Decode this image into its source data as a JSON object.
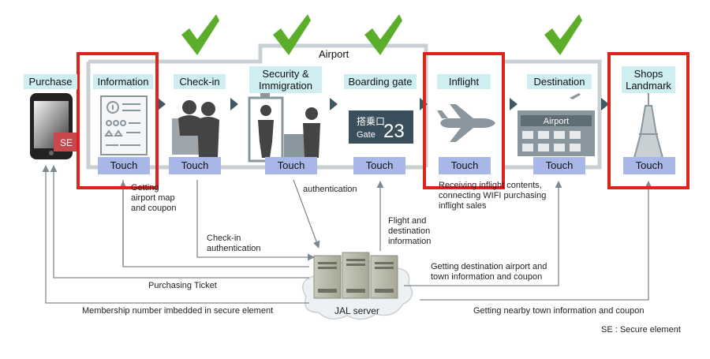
{
  "airport_label": "Airport",
  "stages": [
    {
      "id": "purchase",
      "title": "Purchase",
      "icon": "smartphone-icon",
      "badge": "SE",
      "has_touch": false,
      "checked": false,
      "highlighted": false
    },
    {
      "id": "information",
      "title": "Information",
      "icon": "information-board-icon",
      "touch": "Touch",
      "checked": false,
      "highlighted": true
    },
    {
      "id": "checkin",
      "title": "Check-in",
      "icon": "check-in-counter-icon",
      "touch": "Touch",
      "checked": true,
      "highlighted": false
    },
    {
      "id": "security",
      "title": "Security &\nImmigration",
      "icon": "security-gate-icon",
      "touch": "Touch",
      "checked": true,
      "highlighted": false
    },
    {
      "id": "boarding",
      "title": "Boarding gate",
      "icon": "gate-sign-icon",
      "gate_sign": {
        "jp": "搭乗口",
        "en": "Gate",
        "number": "23"
      },
      "touch": "Touch",
      "checked": true,
      "highlighted": false
    },
    {
      "id": "inflight",
      "title": "Inflight",
      "icon": "airplane-icon",
      "touch": "Touch",
      "checked": false,
      "highlighted": true
    },
    {
      "id": "destination",
      "title": "Destination",
      "icon": "airport-building-icon",
      "building_label": "Airport",
      "touch": "Touch",
      "checked": true,
      "highlighted": false
    },
    {
      "id": "shops",
      "title": "Shops\nLandmark",
      "icon": "tower-icon",
      "touch": "Touch",
      "checked": false,
      "highlighted": true
    }
  ],
  "annotations": {
    "info": "Getting\nairport map\nand coupon",
    "auth": "authentication",
    "inflight": "Receiving inflight contents,\nconnecting WIFI purchasing\ninflight sales",
    "flight": "Flight and\ndestination\ninformation",
    "checkin": "Check-in\nauthentication",
    "dest": "Getting destination airport and\ntown information and coupon",
    "purchase": "Purchasing Ticket",
    "membership": "Membership number imbedded in secure element",
    "nearby": "Getting nearby town information and coupon"
  },
  "server_label": "JAL server",
  "footnote": "SE : Secure element",
  "colors": {
    "highlight": "#e0221c",
    "touch": "#a9b6e8",
    "title_bg": "#cfeef2",
    "check": "#5cae2a",
    "arrow": "#3f5866",
    "line": "#7d8a92"
  }
}
